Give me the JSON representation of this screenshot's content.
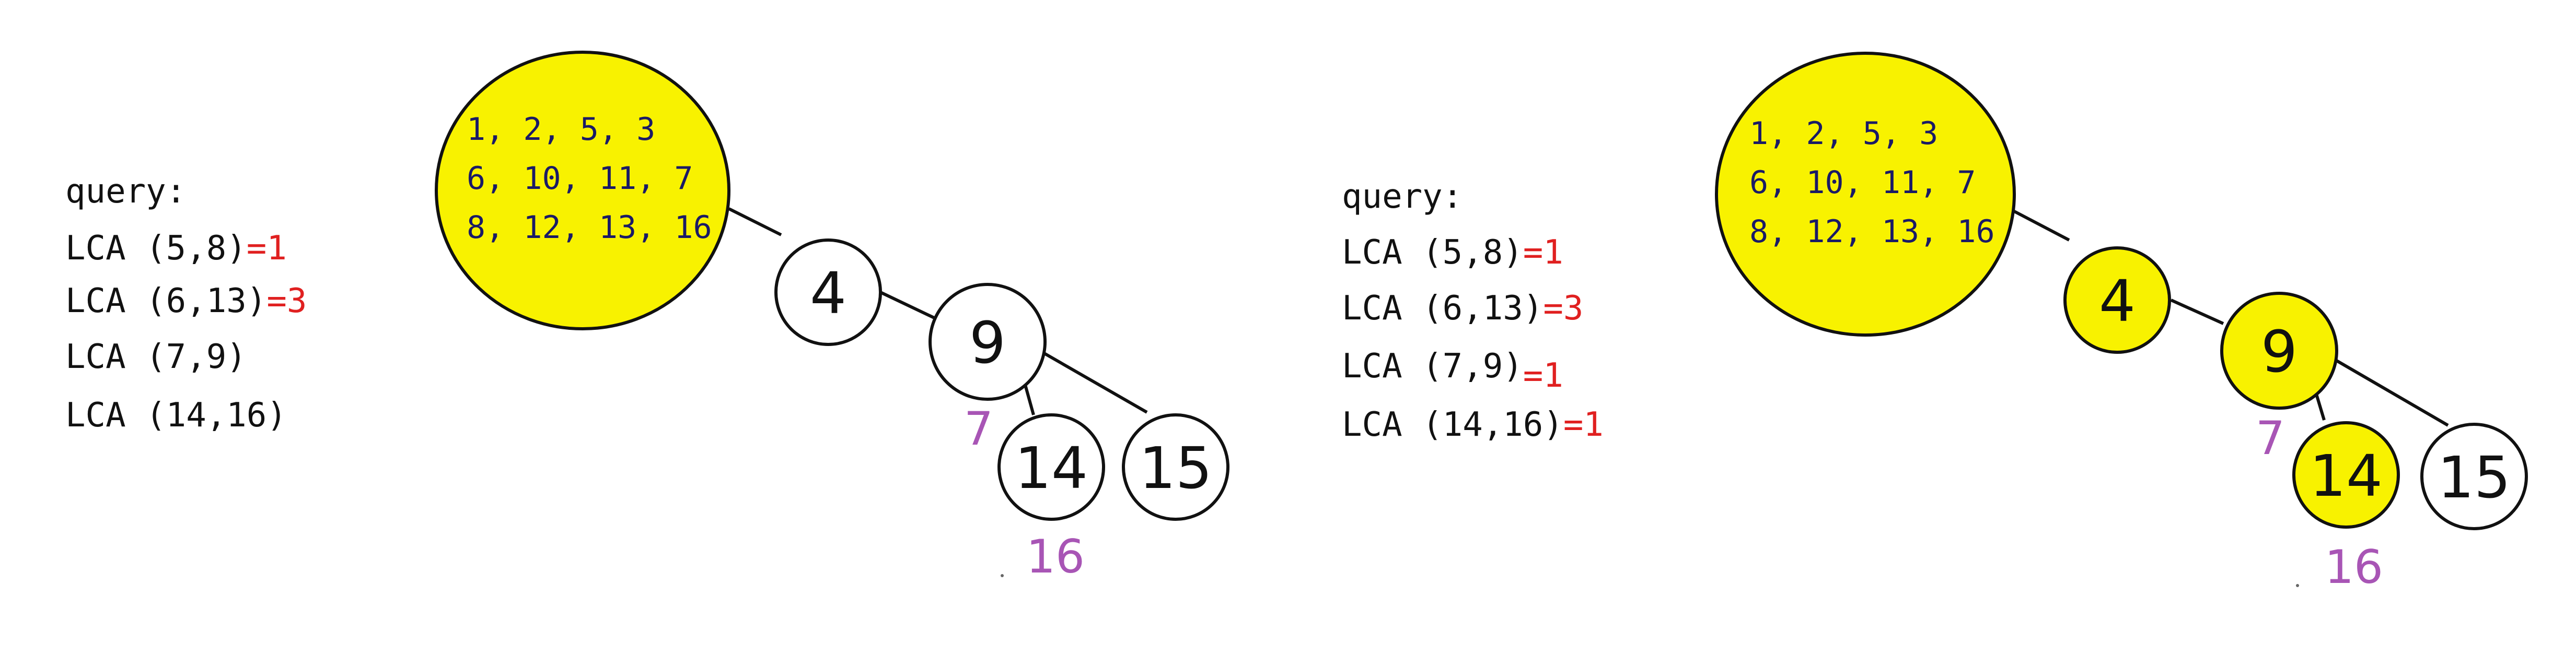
{
  "colors": {
    "highlight": "#f8f200",
    "node_default": "#ffffff",
    "answer": "#e02020",
    "annotation": "#a855b5",
    "text": "#111111"
  },
  "panels": [
    {
      "query_title": "query:",
      "queries": [
        {
          "text": "LCA (5,8)",
          "answer": "=1"
        },
        {
          "text": "LCA (6,13)",
          "answer": "=3"
        },
        {
          "text": "LCA (7,9)",
          "answer": ""
        },
        {
          "text": "LCA (14,16)",
          "answer": ""
        }
      ],
      "blob_lines": [
        "1, 2, 5, 3",
        "6, 10, 11, 7",
        "8, 12, 13, 16"
      ],
      "nodes": [
        {
          "label": "4",
          "highlighted": false
        },
        {
          "label": "9",
          "highlighted": false
        },
        {
          "label": "14",
          "highlighted": false
        },
        {
          "label": "15",
          "highlighted": false
        }
      ],
      "annotations": [
        "7",
        "16"
      ]
    },
    {
      "query_title": "query:",
      "queries": [
        {
          "text": "LCA (5,8)",
          "answer": "=1"
        },
        {
          "text": "LCA (6,13)",
          "answer": "=3"
        },
        {
          "text": "LCA (7,9)",
          "answer": "=1"
        },
        {
          "text": "LCA (14,16)",
          "answer": "=1"
        }
      ],
      "blob_lines": [
        "1, 2, 5, 3",
        "6, 10, 11, 7",
        "8, 12, 13, 16"
      ],
      "nodes": [
        {
          "label": "4",
          "highlighted": true
        },
        {
          "label": "9",
          "highlighted": true
        },
        {
          "label": "14",
          "highlighted": true
        },
        {
          "label": "15",
          "highlighted": false
        }
      ],
      "annotations": [
        "7",
        "16"
      ]
    }
  ]
}
